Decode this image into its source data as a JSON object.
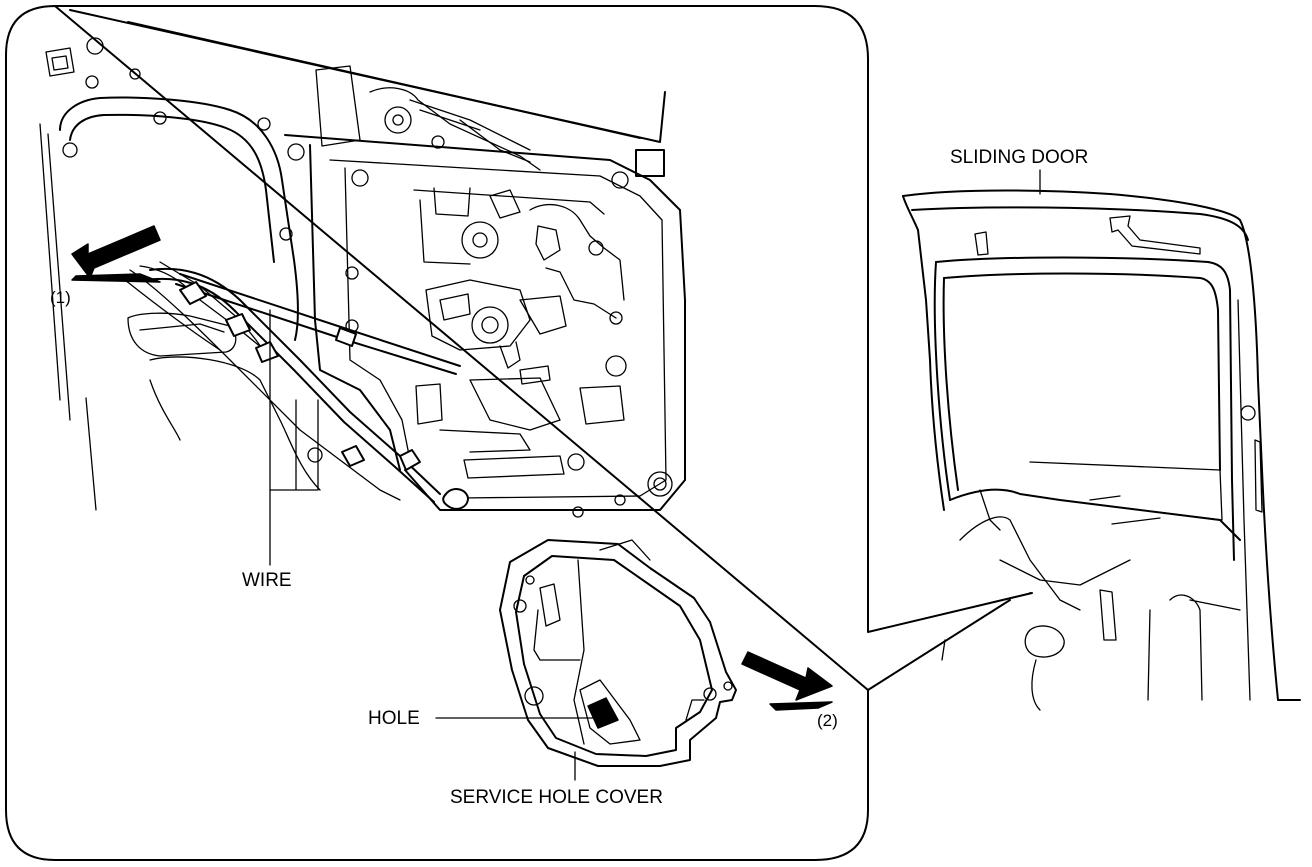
{
  "labels": {
    "sliding_door": "SLIDING DOOR",
    "wire": "WIRE",
    "hole": "HOLE",
    "service_hole_cover": "SERVICE HOLE COVER",
    "step_1": "(1)",
    "step_2": "(2)"
  }
}
